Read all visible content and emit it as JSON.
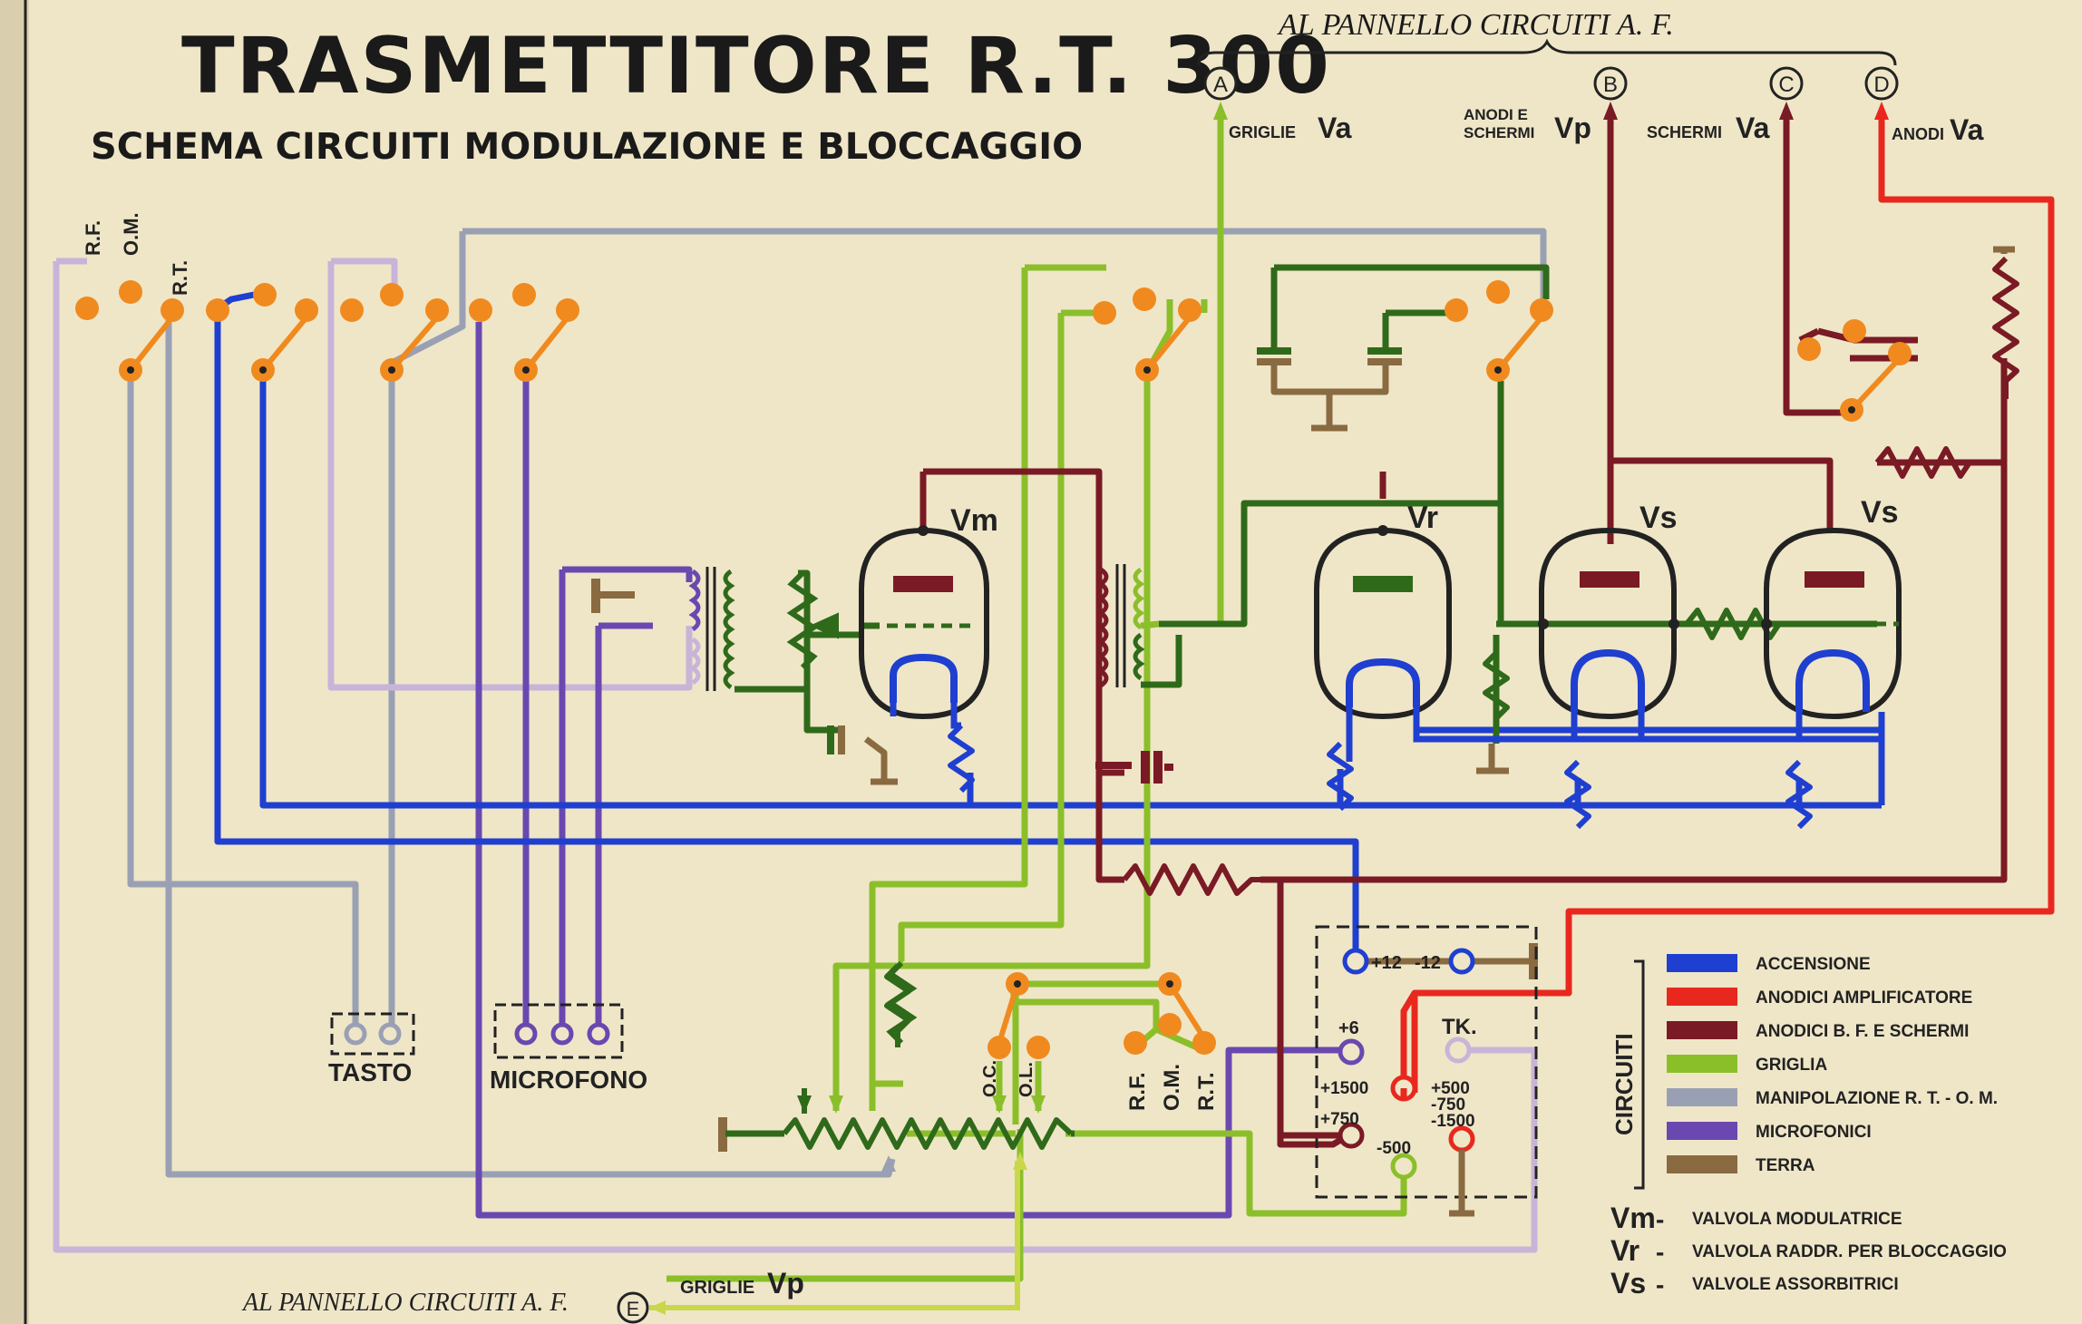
{
  "title": "TRASMETTITORE R.T. 300",
  "subtitle": "SCHEMA CIRCUITI MODULAZIONE E BLOCCAGGIO",
  "top_panel_label": "AL PANNELLO CIRCUITI A. F.",
  "bottom_panel_label": "AL PANNELLO CIRCUITI A. F.",
  "connectors": {
    "A": "A",
    "B": "B",
    "C": "C",
    "D": "D",
    "E": "E"
  },
  "connector_labels": {
    "griglie_va": "GRIGLIE",
    "griglie_va_sym": "Va",
    "anodi_schermi_vp_1": "ANODI E",
    "anodi_schermi_vp_2": "SCHERMI",
    "anodi_schermi_vp_sym": "Vp",
    "schermi_va": "SCHERMI",
    "schermi_va_sym": "Va",
    "anodi_va": "ANODI",
    "anodi_va_sym": "Va",
    "griglie_vp": "GRIGLIE",
    "griglie_vp_sym": "Vp"
  },
  "switch_labels": {
    "rf": "R.F.",
    "om": "O.M.",
    "rt": "R.T."
  },
  "switch2_labels": {
    "rf": "R.F.",
    "om": "O.M.",
    "rt": "R.T."
  },
  "mode_labels": {
    "oc": "O.C.",
    "ol": "O.L."
  },
  "valves": {
    "vm": "Vm",
    "vr": "Vr",
    "vs1": "Vs",
    "vs2": "Vs"
  },
  "connector_groups": {
    "tasto": "TASTO",
    "microfono": "MICROFONO"
  },
  "power_terminals": {
    "p12": "+12",
    "m12": "-12",
    "p6": "+6",
    "tk": "TK.",
    "p1500": "+1500",
    "p500": "+500",
    "m750": "-750",
    "m1500": "-1500",
    "p750": "+750",
    "m500": "-500"
  },
  "legend": {
    "title": "CIRCUITI",
    "items": [
      {
        "label": "ACCENSIONE",
        "color": "#1f3fd0"
      },
      {
        "label": "ANODICI AMPLIFICATORE",
        "color": "#e8281e"
      },
      {
        "label": "ANODICI B. F. E SCHERMI",
        "color": "#7a1a24"
      },
      {
        "label": "GRIGLIA",
        "color": "#8bbf2a"
      },
      {
        "label": "MANIPOLAZIONE R. T. - O. M.",
        "color": "#9aa0b4"
      },
      {
        "label": "MICROFONICI",
        "color": "#6a48b0"
      },
      {
        "label": "TERRA",
        "color": "#8a6a40"
      }
    ]
  },
  "valve_legend": [
    {
      "sym": "Vm",
      "dash": "-",
      "desc": "VALVOLA MODULATRICE"
    },
    {
      "sym": "Vr",
      "dash": "-",
      "desc": "VALVOLA RADDR. PER BLOCCAGGIO"
    },
    {
      "sym": "Vs",
      "dash": "-",
      "desc": "VALVOLE ASSORBITRICI"
    }
  ],
  "colors": {
    "paper": "#efe6c8",
    "accensione": "#1f3fd0",
    "anodici_amp": "#e8281e",
    "anodici_bf": "#7a1a24",
    "griglia": "#8bbf2a",
    "griglia_dark": "#2f6a1a",
    "manipolazione": "#9aa0b4",
    "manipolazione_light": "#c8b4d8",
    "microfonici": "#6a48b0",
    "terra": "#8a6a40",
    "contact": "#f08a1e",
    "ink": "#1a1a1a"
  }
}
